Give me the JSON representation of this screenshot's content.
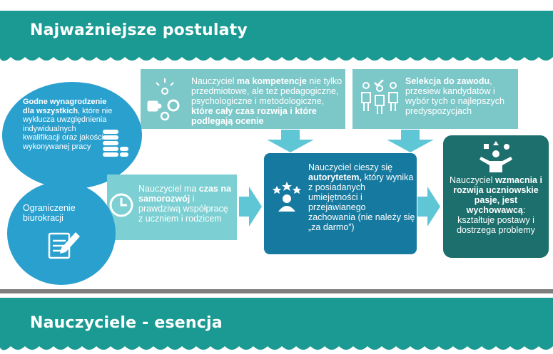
{
  "header": {
    "title": "Najważniejsze postulaty"
  },
  "footer": {
    "title": "Nauczyciele - esencja"
  },
  "circle_pay": {
    "bold": "Godne wynagrodzenie dla wszystkich",
    "text": ", które nie wyklucza uwzględnienia indywidualnych kwalifikacji oraz jakości wykonywanej pracy"
  },
  "circle_bureaucracy": {
    "text": "Ograniczenie biurokracji"
  },
  "box_competence": {
    "pre": "Nauczyciel ",
    "bold1": "ma kompetencje",
    "mid": " nie tylko przedmiotowe, ale też pedagogiczne, psychologiczne i metodologiczne, ",
    "bold2": "które cały czas rozwija i które podlegają ocenie"
  },
  "box_selection": {
    "bold": "Selekcja do zawodu",
    "text": ", przesiew kandydatów i wybór tych o najlepszych predyspozycjach"
  },
  "box_time": {
    "pre": "Nauczyciel ma ",
    "bold": "czas na samorozwój",
    "text": " i prawdziwą współpracę z uczniem i rodzicem"
  },
  "box_authority": {
    "pre": "Nauczyciel cieszy się ",
    "bold": "autorytetem,",
    "text": " który wynika z posiadanych umiejętności i przejawianego zachowania (nie należy się „za darmo”)"
  },
  "box_final": {
    "pre": "Nauczyciel ",
    "bold": "wzmacnia i rozwija uczniowskie pasje, jest wychowawcą",
    "text": ": kształtuje postawy i dostrzega problemy"
  },
  "colors": {
    "teal_header": "#1a9a92",
    "light_teal": "#7cc8c9",
    "mid_teal": "#7ccfd2",
    "blue_circle": "#2aa0cf",
    "dark_blue": "#167aa0",
    "dark_teal": "#1c6f6c",
    "arrow": "#5fc6d6"
  },
  "icons": [
    "puzzle-gears-icon",
    "people-check-icon",
    "clock-icon",
    "document-pen-icon",
    "coins-icon",
    "stars-person-icon",
    "person-shapes-icon"
  ]
}
